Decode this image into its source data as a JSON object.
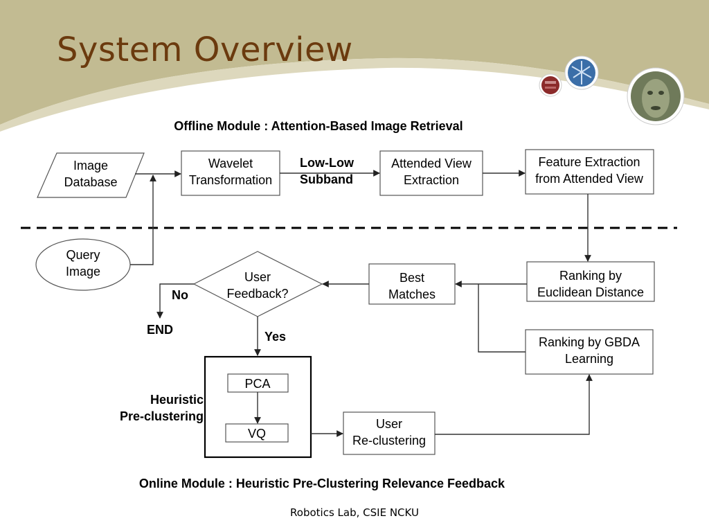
{
  "slide": {
    "title": "System Overview",
    "footer": "Robotics Lab, CSIE NCKU"
  },
  "colors": {
    "title": "#6b3a0e",
    "banner": "#c2bb92",
    "banner_light": "#ddd8bd"
  },
  "diagram": {
    "offline_heading": "Offline Module : Attention-Based Image Retrieval",
    "online_heading": "Online Module : Heuristic Pre-Clustering Relevance Feedback",
    "nodes": {
      "image_database": [
        "Image",
        "Database"
      ],
      "wavelet": [
        "Wavelet",
        "Transformation"
      ],
      "attended_view": [
        "Attended View",
        "Extraction"
      ],
      "feature_extraction": [
        "Feature Extraction",
        "from Attended View"
      ],
      "query_image": [
        "Query",
        "Image"
      ],
      "user_feedback": [
        "User",
        "Feedback?"
      ],
      "best_matches": [
        "Best",
        "Matches"
      ],
      "ranking_euclidean": [
        "Ranking by",
        "Euclidean Distance"
      ],
      "ranking_gbda": [
        "Ranking by GBDA",
        "Learning"
      ],
      "pca": "PCA",
      "vq": "VQ",
      "user_reclustering": [
        "User",
        "Re-clustering"
      ]
    },
    "labels": {
      "low_low": [
        "Low-Low",
        "Subband"
      ],
      "no": "No",
      "end": "END",
      "yes": "Yes",
      "heuristic": [
        "Heuristic",
        "Pre-clustering"
      ]
    }
  }
}
